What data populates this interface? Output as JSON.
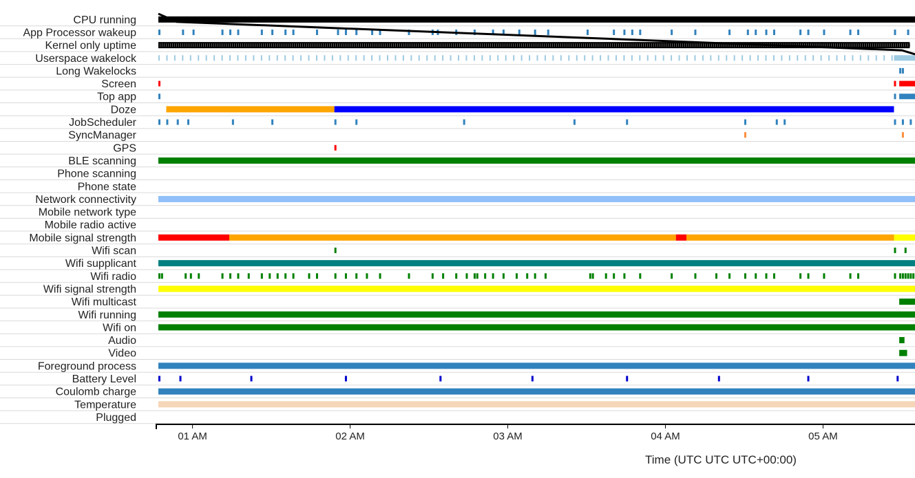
{
  "chart_data": {
    "type": "timeline",
    "time_range": [
      "00:47",
      "05:35"
    ],
    "x_ticks": [
      {
        "label": "01 AM",
        "t": "01:00"
      },
      {
        "label": "02 AM",
        "t": "02:00"
      },
      {
        "label": "03 AM",
        "t": "03:00"
      },
      {
        "label": "04 AM",
        "t": "04:00"
      },
      {
        "label": "05 AM",
        "t": "05:00"
      }
    ],
    "xlabel": "Time (UTC UTC UTC+00:00)",
    "series": [
      {
        "name": "CPU running",
        "color": "#000000",
        "style": "solid",
        "segments": [
          [
            "00:47",
            "05:35"
          ]
        ]
      },
      {
        "name": "App Processor wakeup",
        "color": "#3182bd",
        "style": "ticks",
        "events": [
          "00:47",
          "00:56",
          "01:00",
          "01:11",
          "01:14",
          "01:17",
          "01:26",
          "01:30",
          "01:35",
          "01:38",
          "01:47",
          "01:55",
          "01:58",
          "02:02",
          "02:08",
          "02:11",
          "02:22",
          "02:31",
          "02:33",
          "02:40",
          "02:47",
          "02:54",
          "02:58",
          "03:04",
          "03:10",
          "03:15",
          "03:30",
          "03:40",
          "03:44",
          "03:47",
          "03:50",
          "04:02",
          "04:11",
          "04:24",
          "04:31",
          "04:34",
          "04:38",
          "04:41",
          "04:51",
          "04:54",
          "05:00",
          "05:10",
          "05:13",
          "05:27",
          "05:32"
        ]
      },
      {
        "name": "Kernel only uptime",
        "color": "#000000",
        "style": "dense",
        "segments": [
          [
            "00:47",
            "05:33"
          ]
        ]
      },
      {
        "name": "Userspace wakelock",
        "color": "#9ecae1",
        "style": "ticks-end",
        "tick_every_min": 3,
        "segments": [
          [
            "05:27",
            "05:35"
          ]
        ]
      },
      {
        "name": "Long Wakelocks",
        "color": "#3182bd",
        "style": "ticks",
        "events": [
          "05:29",
          "05:30"
        ]
      },
      {
        "name": "Screen",
        "color": "#ff0000",
        "style": "ticks-end",
        "events": [
          "00:47",
          "05:27"
        ],
        "segments": [
          [
            "05:29",
            "05:35"
          ]
        ]
      },
      {
        "name": "Top app",
        "color": "#3182bd",
        "style": "ticks-end",
        "events": [
          "00:47",
          "05:27"
        ],
        "segments": [
          [
            "05:29",
            "05:35"
          ]
        ]
      },
      {
        "name": "Doze",
        "color": "#0000ff",
        "style": "solid",
        "segments": [
          [
            "00:50",
            "01:54",
            "#ffa500"
          ],
          [
            "01:54",
            "05:27",
            "#0000ff"
          ]
        ]
      },
      {
        "name": "JobScheduler",
        "color": "#3182bd",
        "style": "ticks",
        "events": [
          "00:47",
          "00:50",
          "00:54",
          "00:58",
          "01:15",
          "01:30",
          "01:54",
          "02:02",
          "02:43",
          "03:25",
          "03:45",
          "04:30",
          "04:42",
          "04:45",
          "05:27",
          "05:30",
          "05:33"
        ]
      },
      {
        "name": "SyncManager",
        "color": "#fd8d3c",
        "style": "ticks",
        "events": [
          "04:30",
          "05:30"
        ]
      },
      {
        "name": "GPS",
        "color": "#ff0000",
        "style": "ticks",
        "events": [
          "01:54"
        ]
      },
      {
        "name": "BLE scanning",
        "color": "#008000",
        "style": "solid",
        "segments": [
          [
            "00:47",
            "05:35"
          ]
        ]
      },
      {
        "name": "Phone scanning",
        "color": "#000000",
        "style": "solid",
        "segments": []
      },
      {
        "name": "Phone state",
        "color": "#000000",
        "style": "solid",
        "segments": []
      },
      {
        "name": "Network connectivity",
        "color": "#90bff9",
        "style": "solid",
        "segments": [
          [
            "00:47",
            "05:35"
          ]
        ]
      },
      {
        "name": "Mobile network type",
        "color": "#000000",
        "style": "solid",
        "segments": []
      },
      {
        "name": "Mobile radio active",
        "color": "#000000",
        "style": "solid",
        "segments": []
      },
      {
        "name": "Mobile signal strength",
        "color": "#ffa500",
        "style": "solid",
        "segments": [
          [
            "00:47",
            "01:14",
            "#ff0000"
          ],
          [
            "01:14",
            "04:04",
            "#ffa500"
          ],
          [
            "04:04",
            "04:08",
            "#ff0000"
          ],
          [
            "04:08",
            "05:27",
            "#ffa500"
          ],
          [
            "05:27",
            "05:35",
            "#ffff00"
          ]
        ]
      },
      {
        "name": "Wifi scan",
        "color": "#008000",
        "style": "ticks",
        "events": [
          "01:54",
          "05:27",
          "05:31",
          "05:35"
        ]
      },
      {
        "name": "Wifi supplicant",
        "color": "#008080",
        "style": "solid",
        "segments": [
          [
            "00:47",
            "05:35"
          ]
        ]
      },
      {
        "name": "Wifi radio",
        "color": "#008000",
        "style": "ticks",
        "events": [
          "00:47",
          "00:48",
          "00:57",
          "00:59",
          "01:02",
          "01:11",
          "01:14",
          "01:17",
          "01:21",
          "01:26",
          "01:29",
          "01:32",
          "01:35",
          "01:38",
          "01:44",
          "01:47",
          "01:54",
          "01:58",
          "02:02",
          "02:06",
          "02:11",
          "02:22",
          "02:31",
          "02:35",
          "02:40",
          "02:44",
          "02:47",
          "02:48",
          "02:51",
          "02:54",
          "02:58",
          "03:03",
          "03:07",
          "03:10",
          "03:14",
          "03:31",
          "03:32",
          "03:37",
          "03:40",
          "03:44",
          "03:50",
          "04:02",
          "04:11",
          "04:19",
          "04:24",
          "04:30",
          "04:34",
          "04:38",
          "04:41",
          "04:51",
          "04:54",
          "05:00",
          "05:10",
          "05:13",
          "05:27",
          "05:29",
          "05:30",
          "05:31",
          "05:32",
          "05:33",
          "05:34",
          "05:35"
        ]
      },
      {
        "name": "Wifi signal strength",
        "color": "#ffff00",
        "style": "solid",
        "segments": [
          [
            "00:47",
            "05:35"
          ]
        ]
      },
      {
        "name": "Wifi multicast",
        "color": "#008000",
        "style": "solid",
        "segments": [
          [
            "05:29",
            "05:35"
          ]
        ]
      },
      {
        "name": "Wifi running",
        "color": "#008000",
        "style": "solid",
        "segments": [
          [
            "00:47",
            "05:35"
          ]
        ]
      },
      {
        "name": "Wifi on",
        "color": "#008000",
        "style": "solid",
        "segments": [
          [
            "00:47",
            "05:35"
          ]
        ]
      },
      {
        "name": "Audio",
        "color": "#008000",
        "style": "solid",
        "segments": [
          [
            "05:29",
            "05:31"
          ]
        ]
      },
      {
        "name": "Video",
        "color": "#008000",
        "style": "solid",
        "segments": [
          [
            "05:29",
            "05:32"
          ]
        ]
      },
      {
        "name": "Foreground process",
        "color": "#3182bd",
        "style": "solid",
        "segments": [
          [
            "00:47",
            "05:35"
          ]
        ]
      },
      {
        "name": "Battery Level",
        "color": "#0000cd",
        "style": "ticks",
        "events": [
          "00:47",
          "00:55",
          "01:22",
          "01:58",
          "02:34",
          "03:09",
          "03:45",
          "04:20",
          "04:54",
          "05:28",
          "05:35"
        ]
      },
      {
        "name": "Coulomb charge",
        "color": "#3182bd",
        "style": "solid",
        "segments": [
          [
            "00:47",
            "05:35"
          ]
        ]
      },
      {
        "name": "Temperature",
        "color": "#f5d6b8",
        "style": "solid",
        "segments": [
          [
            "00:47",
            "05:35"
          ]
        ]
      },
      {
        "name": "Plugged",
        "color": "#000000",
        "style": "solid",
        "segments": []
      }
    ],
    "battery_level_line": {
      "color": "#000000",
      "points": [
        [
          "00:47",
          100
        ],
        [
          "00:54",
          98
        ],
        [
          "05:30",
          91
        ],
        [
          "05:35",
          90
        ]
      ]
    }
  }
}
